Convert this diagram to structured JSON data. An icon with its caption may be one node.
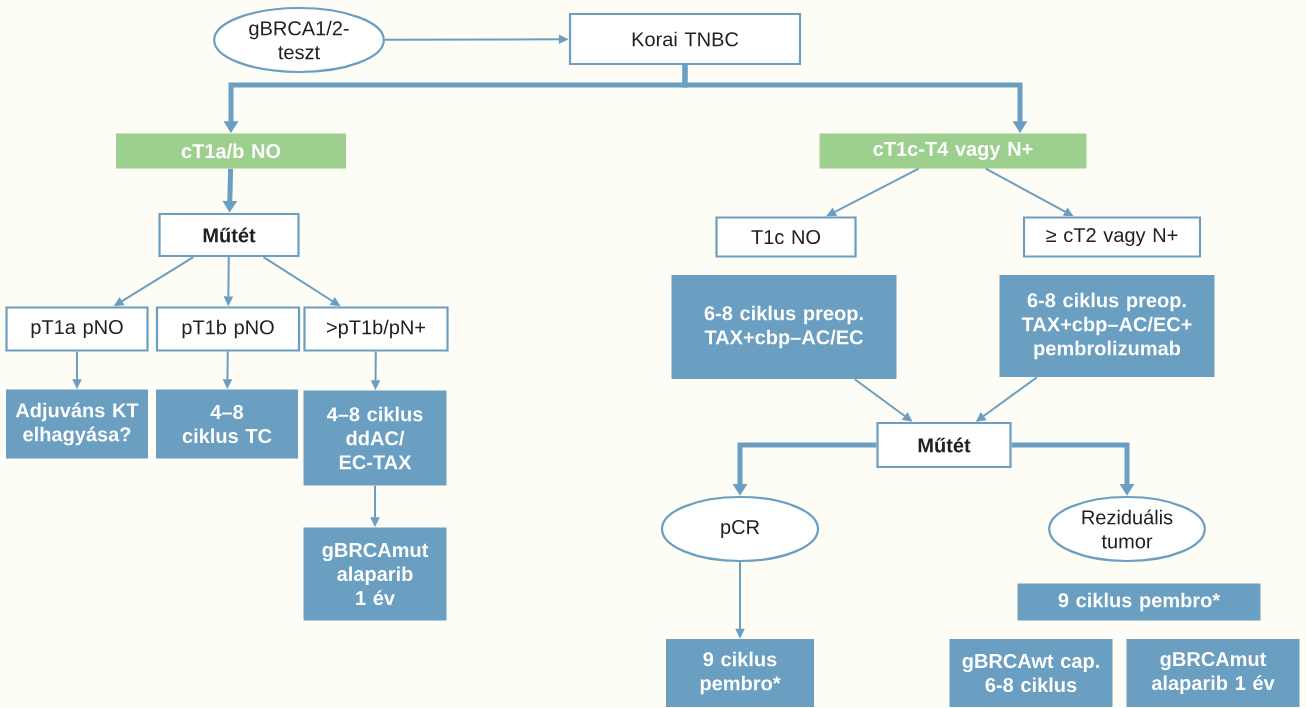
{
  "diagram": {
    "nodes": [
      {
        "text": [
          "gBRCA1/2-teszt"
        ]
      },
      {
        "text": [
          "Korai TNBC"
        ]
      },
      {
        "text": [
          "cT1a/b NO"
        ]
      },
      {
        "text": [
          "cT1c-T4 vagy N+"
        ]
      },
      {
        "text": [
          "Műtét"
        ]
      },
      {
        "text": [
          "T1c NO"
        ]
      },
      {
        "text": [
          "≥ cT2 vagy N+"
        ]
      },
      {
        "text": [
          "pT1a pNO"
        ]
      },
      {
        "text": [
          "pT1b pNO"
        ]
      },
      {
        "text": [
          ">pT1b/pN+"
        ]
      },
      {
        "text": [
          "6-8 ciklus preop. TAX+cbp–AC/EC"
        ]
      },
      {
        "text": [
          "6-8 ciklus preop. TAX+cbp–AC/EC+ pembrolizumab"
        ]
      },
      {
        "text": [
          "Adjuváns KT elhagyása?"
        ]
      },
      {
        "text": [
          "4–8 ciklus TC"
        ]
      },
      {
        "text": [
          "4–8 ciklus ddAC/ EC-TAX"
        ]
      },
      {
        "text": [
          "Műtét"
        ]
      },
      {
        "text": [
          "gBRCAmut alaparib 1 év"
        ]
      },
      {
        "text": [
          "pCR"
        ]
      },
      {
        "text": [
          "Reziduális tumor"
        ]
      },
      {
        "text": [
          "9 ciklus pembro*"
        ]
      },
      {
        "text": [
          "9 ciklus pembro*"
        ]
      },
      {
        "text": [
          "gBRCAwt cap. 6-8 ciklus"
        ]
      },
      {
        "text": [
          "gBRCAmut alaparib 1 év"
        ]
      }
    ],
    "edges": [
      {
        "from": 0,
        "to": 1,
        "arrow": "to"
      },
      {
        "from": 1,
        "to": 2,
        "arrow": "to",
        "style": "thick"
      },
      {
        "from": 1,
        "to": 3,
        "arrow": "to",
        "style": "thick"
      },
      {
        "from": 2,
        "to": 4,
        "arrow": "to",
        "style": "thick"
      },
      {
        "from": 4,
        "to": 7,
        "arrow": "to"
      },
      {
        "from": 4,
        "to": 8,
        "arrow": "to"
      },
      {
        "from": 4,
        "to": 9,
        "arrow": "to"
      },
      {
        "from": 3,
        "to": 5,
        "arrow": "to"
      },
      {
        "from": 3,
        "to": 6,
        "arrow": "to"
      },
      {
        "from": 7,
        "to": 12,
        "arrow": "to"
      },
      {
        "from": 8,
        "to": 13,
        "arrow": "to"
      },
      {
        "from": 9,
        "to": 14,
        "arrow": "to"
      },
      {
        "from": 14,
        "to": 16,
        "arrow": "to"
      },
      {
        "from": 10,
        "to": 15,
        "arrow": "to"
      },
      {
        "from": 11,
        "to": 15,
        "arrow": "to"
      },
      {
        "from": 15,
        "to": 17,
        "arrow": "to",
        "style": "thick"
      },
      {
        "from": 15,
        "to": 18,
        "arrow": "to",
        "style": "thick"
      },
      {
        "from": 17,
        "to": 20,
        "arrow": "to"
      }
    ]
  }
}
